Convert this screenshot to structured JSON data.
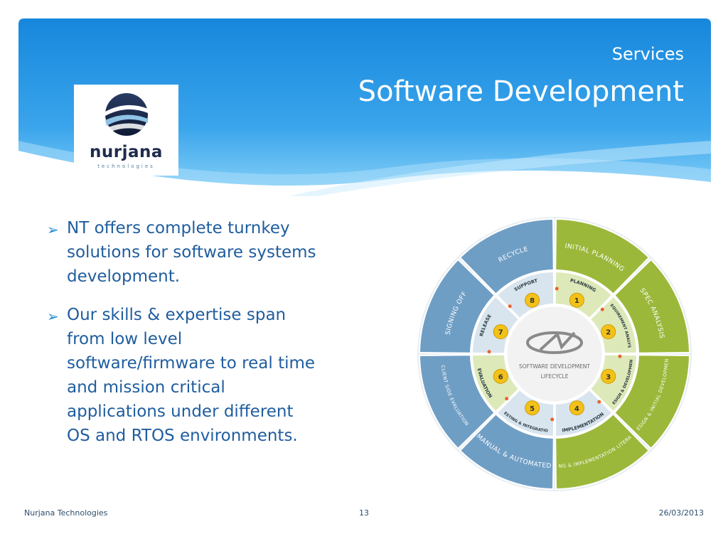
{
  "header": {
    "section_title": "Services",
    "main_title": "Software Development"
  },
  "logo": {
    "wordmark": "nurjana",
    "tagline": "technologies"
  },
  "bullets": [
    {
      "lines": [
        "NT offers complete turnkey",
        "solutions for software systems",
        "development."
      ]
    },
    {
      "lines": [
        "Our skills & expertise span",
        "from low level",
        "software/firmware to real time",
        "and mission critical",
        "applications under different",
        "OS and RTOS environments."
      ]
    }
  ],
  "diagram": {
    "center_lines": [
      "SOFTWARE DEVELOPMENT",
      "LIFECYCLE"
    ],
    "outer_segments": [
      "INITIAL PLANNING",
      "SPEC ANALYSIS",
      "DESIGN & INITIAL DEVELOPMENT",
      "CODING & IMPLEMENTATION LITERATURE",
      "MANUAL & AUTOMATED",
      "CLIENT SIDE EVALUATION",
      "SIGNING OFF",
      "RECYCLE"
    ],
    "inner_steps": [
      {
        "number": "1",
        "label": "PLANNING"
      },
      {
        "number": "2",
        "label": "REQUIREMENT ANALYSIS"
      },
      {
        "number": "3",
        "label": "DESIGN & DEVELOPMENT"
      },
      {
        "number": "4",
        "label": "IMPLEMENTATION"
      },
      {
        "number": "5",
        "label": "TESTING & INTEGRATION"
      },
      {
        "number": "6",
        "label": "EVALUATION"
      },
      {
        "number": "7",
        "label": "RELEASE"
      },
      {
        "number": "8",
        "label": "SUPPORT"
      }
    ]
  },
  "footer": {
    "company": "Nurjana Technologies",
    "page_number": "13",
    "date": "26/03/2013"
  },
  "colors": {
    "header_blue": "#1e8fe0",
    "bullet_text": "#1f5d9e",
    "green_segment": "#9cb83a",
    "blue_segment": "#6f9ec5",
    "step_badge": "#f2c21a"
  }
}
